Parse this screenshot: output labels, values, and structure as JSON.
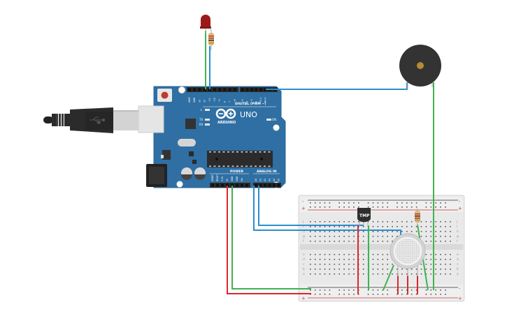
{
  "scene": {
    "title": "Arduino circuit: temperature sensor, gas sensor, LED and buzzer",
    "background": "#ffffff"
  },
  "arduino": {
    "logo_text": "ARDUINO",
    "model": "UNO",
    "digital_label": "DIGITAL (PWM ~)",
    "power_label": "POWER",
    "analog_label": "ANALOG IN",
    "on_label": "ON",
    "led_l_label": "L",
    "tx_label": "TX",
    "rx_label": "RX",
    "digital_pins": [
      "AREF",
      "GND",
      "13",
      "12",
      "~11",
      "~10",
      "~9",
      "8",
      "7",
      "~6",
      "~5",
      "4",
      "~3",
      "2",
      "TX 1",
      "RX 0"
    ],
    "power_pins": [
      "IOREF",
      "RESET",
      "3.3V",
      "5V",
      "GND",
      "GND",
      "Vin"
    ],
    "analog_pins": [
      "A0",
      "A1",
      "A2",
      "A3",
      "A4",
      "A5"
    ],
    "board_color": "#2f6fa3",
    "header_color": "#2a2a2a"
  },
  "components": {
    "usb_cable": {
      "name": "USB cable"
    },
    "led": {
      "name": "Red LED",
      "color": "#9b1b1b"
    },
    "led_resistor": {
      "name": "LED resistor"
    },
    "buzzer": {
      "name": "Piezo buzzer",
      "color": "#333333"
    },
    "tmp_sensor": {
      "name": "Temperature sensor",
      "label": "TMP"
    },
    "gas_sensor": {
      "name": "Gas sensor"
    },
    "sensor_resistor": {
      "name": "Pull-down resistor"
    }
  },
  "breadboard": {
    "rows_top": [
      "j",
      "i",
      "h",
      "g",
      "f"
    ],
    "rows_bottom": [
      "e",
      "d",
      "c",
      "b",
      "a"
    ],
    "rail_plus": "+",
    "rail_minus": "-"
  },
  "wires": {
    "colors": {
      "green": "#3fb34f",
      "blue": "#2a8fcf",
      "red": "#e0262b"
    }
  }
}
